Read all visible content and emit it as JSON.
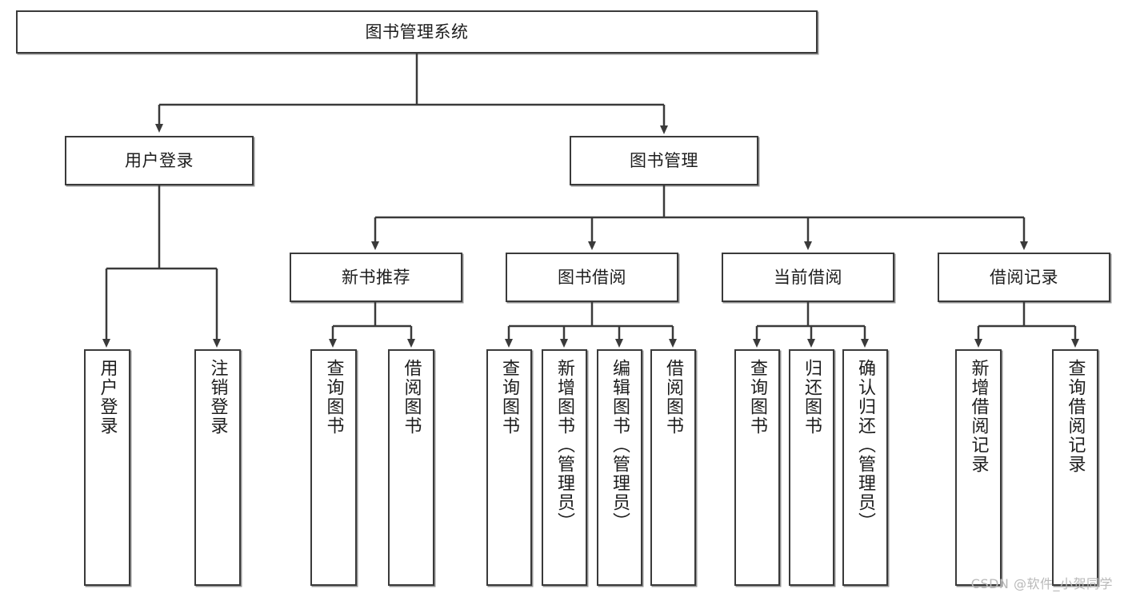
{
  "diagram": {
    "title": "图书管理系统",
    "watermark": "CSDN @软件_小贺同学",
    "stroke_color": "#3a3a3a",
    "text_color": "#1d1d1d",
    "background_color": "#ffffff"
  },
  "nodes": {
    "root": {
      "label": "图书管理系统"
    },
    "level2": [
      {
        "label": "用户登录"
      },
      {
        "label": "图书管理"
      }
    ],
    "level3": [
      {
        "label": "新书推荐"
      },
      {
        "label": "图书借阅"
      },
      {
        "label": "当前借阅"
      },
      {
        "label": "借阅记录"
      }
    ],
    "leaves": {
      "user_login": [
        {
          "label": "用户登录"
        },
        {
          "label": "注销登录"
        }
      ],
      "new_book_recommend": [
        {
          "label": "查询图书"
        },
        {
          "label": "借阅图书"
        }
      ],
      "book_borrow": [
        {
          "label": "查询图书"
        },
        {
          "label": "新增图书（管理员）"
        },
        {
          "label": "编辑图书（管理员）"
        },
        {
          "label": "借阅图书"
        }
      ],
      "current_borrow": [
        {
          "label": "查询图书"
        },
        {
          "label": "归还图书"
        },
        {
          "label": "确认归还（管理员）"
        }
      ],
      "borrow_record": [
        {
          "label": "新增借阅记录"
        },
        {
          "label": "查询借阅记录"
        }
      ]
    }
  }
}
